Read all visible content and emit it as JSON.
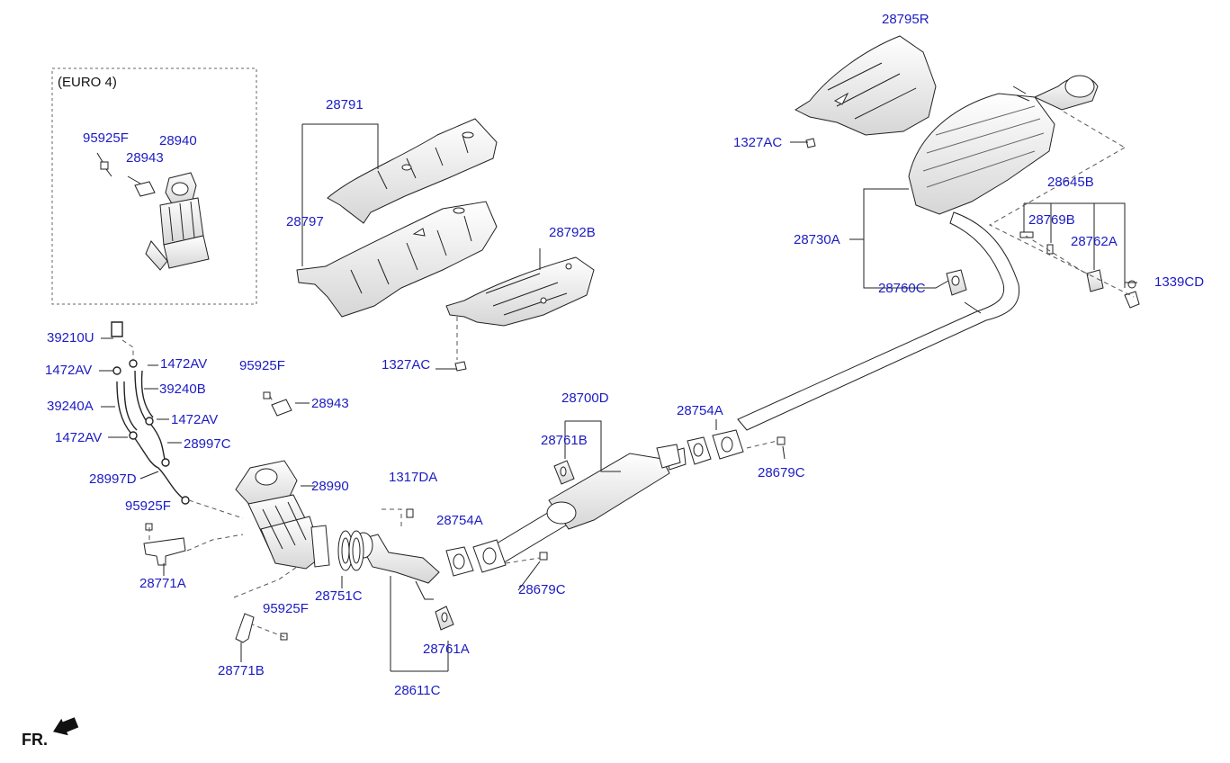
{
  "inset_title": "(EURO 4)",
  "front_label": "FR.",
  "labels": {
    "l28795R": "28795R",
    "l1327AC_top": "1327AC",
    "l28791": "28791",
    "l28797": "28797",
    "l28792B": "28792B",
    "l1327AC_mid": "1327AC",
    "l28730A": "28730A",
    "l28760C": "28760C",
    "l28645B": "28645B",
    "l28769B": "28769B",
    "l28762A": "28762A",
    "l1339CD": "1339CD",
    "l95925F_inset": "95925F",
    "l28940": "28940",
    "l28943_inset": "28943",
    "l39210U": "39210U",
    "l1472AV_a": "1472AV",
    "l1472AV_b": "1472AV",
    "l39240B": "39240B",
    "l39240A": "39240A",
    "l1472AV_c": "1472AV",
    "l1472AV_d": "1472AV",
    "l28997C": "28997C",
    "l28997D": "28997D",
    "l95925F_a": "95925F",
    "l28943": "28943",
    "l28990": "28990",
    "l95925F_b": "95925F",
    "l28771A": "28771A",
    "l1317DA": "1317DA",
    "l28751C": "28751C",
    "l95925F_c": "95925F",
    "l28771B": "28771B",
    "l28700D": "28700D",
    "l28761B": "28761B",
    "l28754A_mid": "28754A",
    "l28754A_right": "28754A",
    "l28679C_mid": "28679C",
    "l28679C_right": "28679C",
    "l28761A": "28761A",
    "l28611C": "28611C"
  },
  "colors": {
    "label": "#1c1cc4",
    "line": "#222222",
    "part_fill": "#ffffff",
    "shade": "#d8d8d8"
  }
}
